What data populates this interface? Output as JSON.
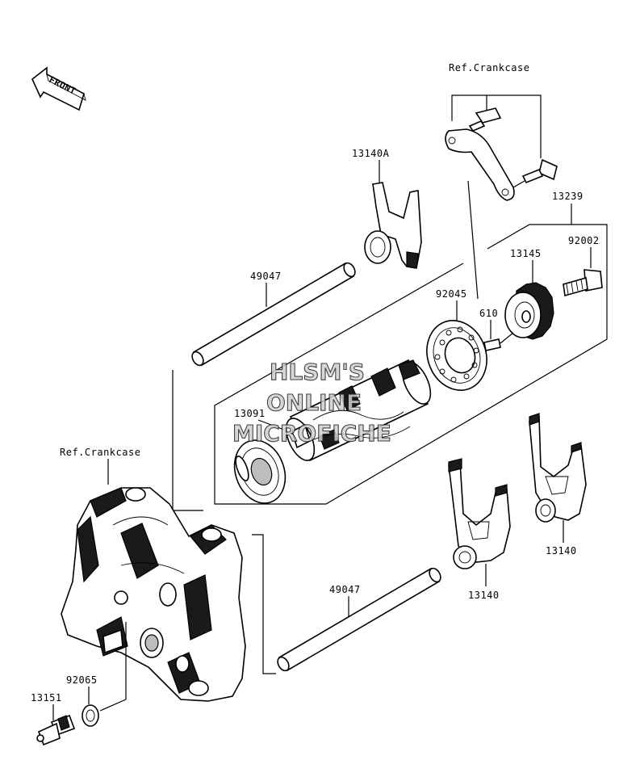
{
  "labels": {
    "front": "FRONT",
    "ref_crankcase_top": "Ref.Crankcase",
    "ref_crankcase_left": "Ref.Crankcase",
    "p13140A": "13140A",
    "p13239": "13239",
    "p92002": "92002",
    "p13145": "13145",
    "p49047_top": "49047",
    "p92045": "92045",
    "p610": "610",
    "p13091": "13091",
    "p13140_right": "13140",
    "p13140_mid": "13140",
    "p49047_bottom": "49047",
    "p92065": "92065",
    "p13151": "13151"
  },
  "watermark": {
    "line1": "HLSM'S",
    "line2": "ONLINE",
    "line3": "MICROFICHE"
  },
  "colors": {
    "ink": "#000000",
    "background": "#ffffff",
    "watermark_fill": "#cfcfcf"
  }
}
